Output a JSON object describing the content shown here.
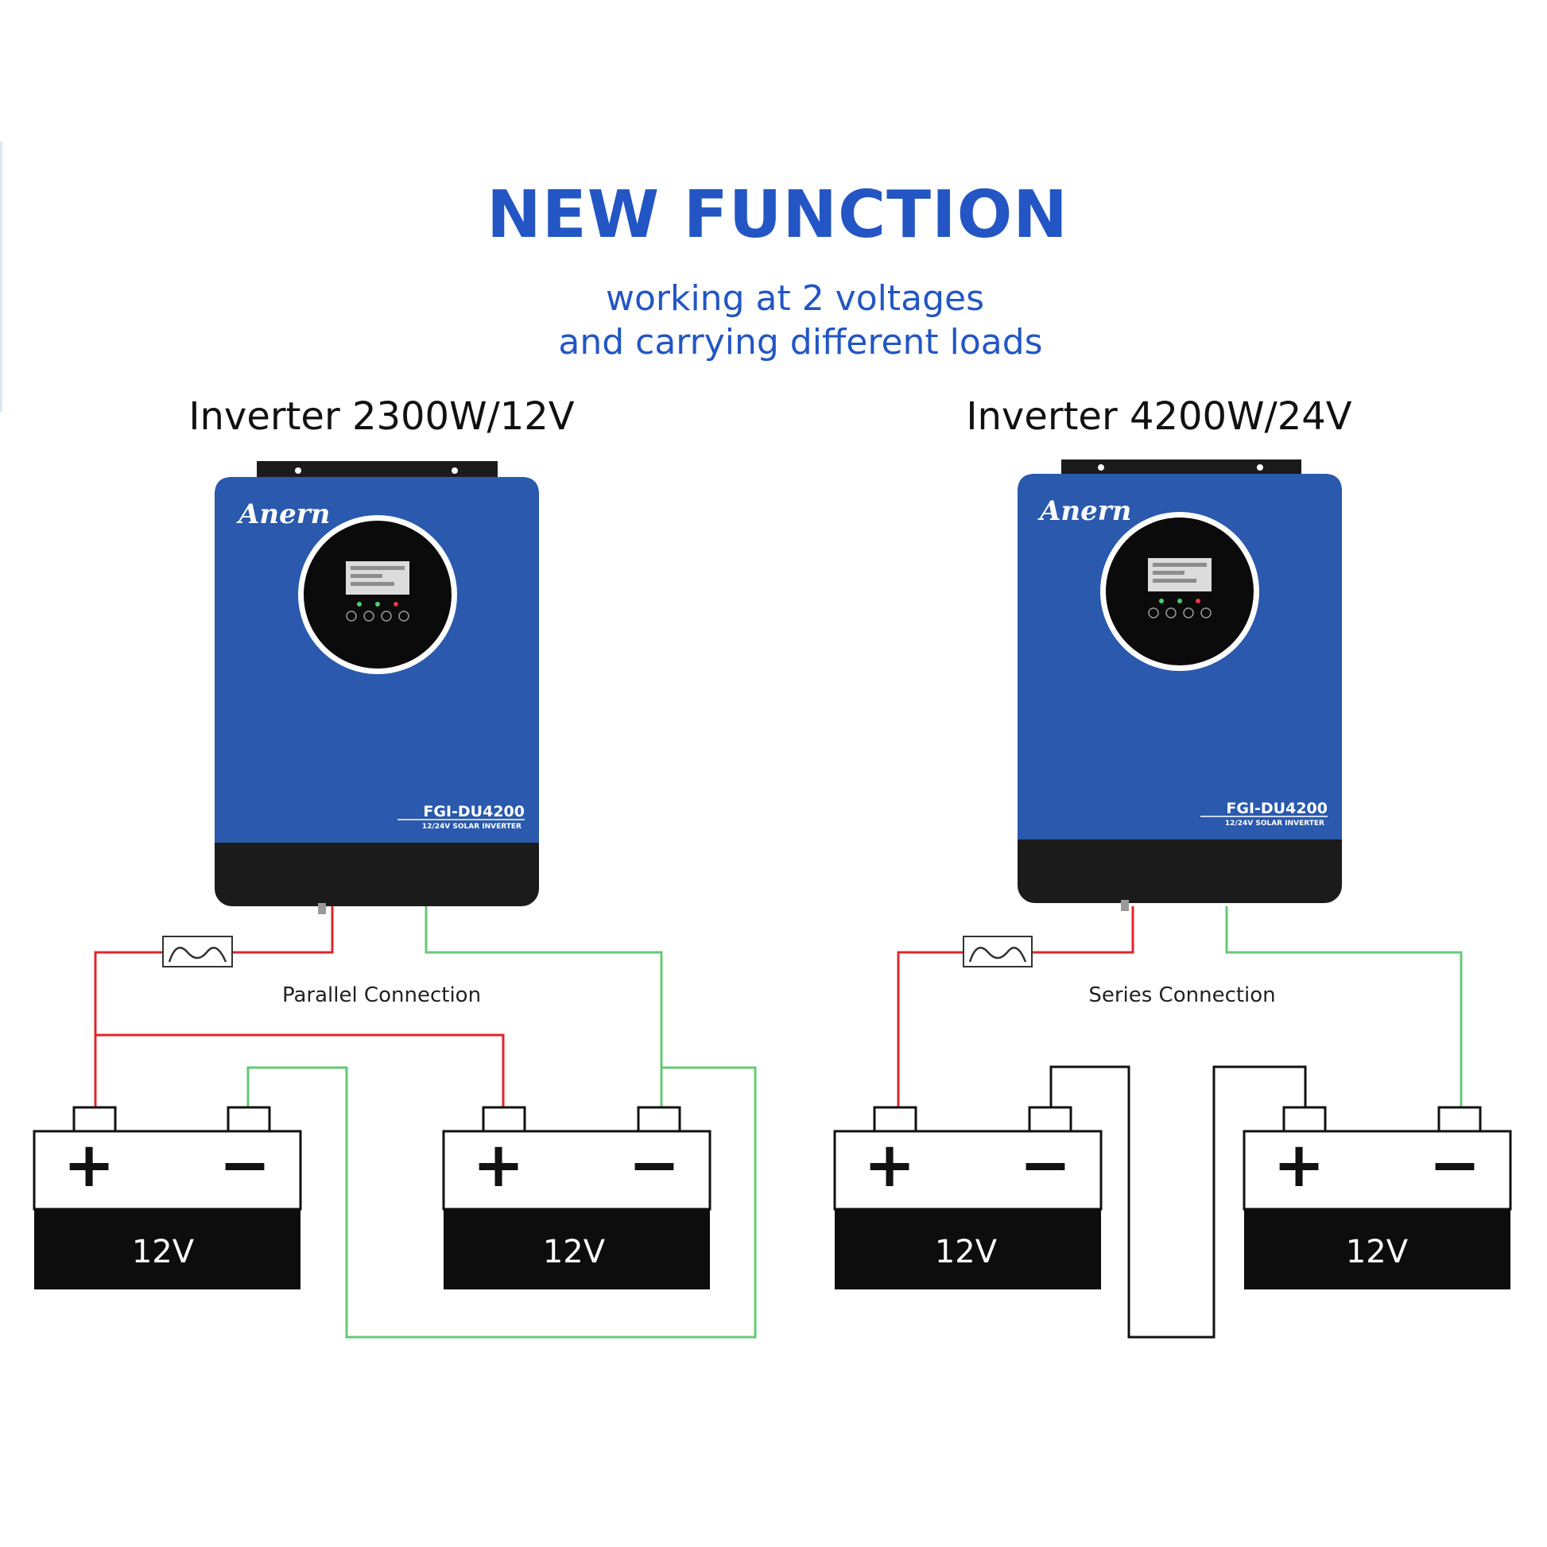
{
  "header": {
    "title": "NEW FUNCTION",
    "subtitle_line1": "working at 2 voltages",
    "subtitle_line2": "and carrying different loads"
  },
  "inverters": [
    {
      "heading": "Inverter 2300W/12V",
      "brand": "Anern",
      "model": "FGI-DU4200",
      "model_sub": "12/24V SOLAR INVERTER",
      "connection_label": "Parallel Connection",
      "batteries": [
        {
          "voltage": "12V",
          "plus": "+",
          "minus": "−"
        },
        {
          "voltage": "12V",
          "plus": "+",
          "minus": "−"
        }
      ]
    },
    {
      "heading": "Inverter 4200W/24V",
      "brand": "Anern",
      "model": "FGI-DU4200",
      "model_sub": "12/24V SOLAR INVERTER",
      "connection_label": "Series Connection",
      "batteries": [
        {
          "voltage": "12V",
          "plus": "+",
          "minus": "−"
        },
        {
          "voltage": "12V",
          "plus": "+",
          "minus": "−"
        }
      ]
    }
  ],
  "colors": {
    "accent": "#2356c4",
    "inverter_body": "#2a59ad",
    "inverter_base": "#1b1b1b",
    "positive_wire": "#e0242c",
    "negative_wire": "#66c877",
    "series_link": "#111111"
  }
}
